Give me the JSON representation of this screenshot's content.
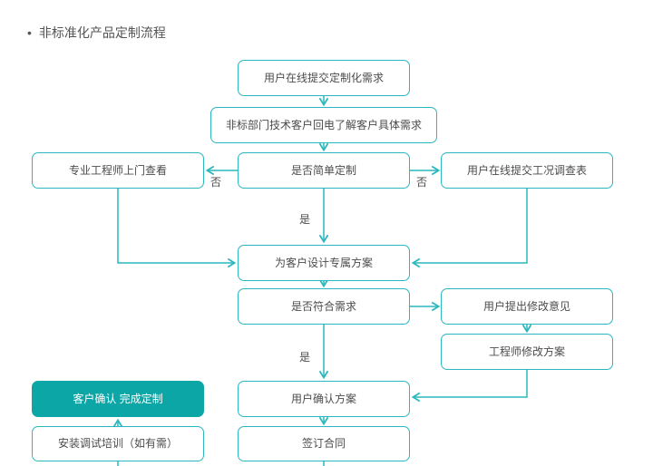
{
  "title": {
    "bullet": "•",
    "text": "非标准化产品定制流程"
  },
  "colors": {
    "line": "#2ab8be",
    "node_border": "#2ab8be",
    "node_fill": "#ffffff",
    "highlight_fill": "#0da6a6",
    "text": "#4c4c4c",
    "highlight_text": "#ffffff"
  },
  "nodes": {
    "submit_request": {
      "label": "用户在线提交定制化需求"
    },
    "callback": {
      "label": "非标部门技术客户回电了解客户具体需求"
    },
    "engineer_visit": {
      "label": "专业工程师上门查看"
    },
    "simple_custom": {
      "label": "是否简单定制"
    },
    "survey_form": {
      "label": "用户在线提交工况调查表"
    },
    "design_plan": {
      "label": "为客户设计专属方案"
    },
    "meets_needs": {
      "label": "是否符合需求"
    },
    "feedback": {
      "label": "用户提出修改意见"
    },
    "revise_plan": {
      "label": "工程师修改方案"
    },
    "confirm_plan": {
      "label": "用户确认方案"
    },
    "complete": {
      "label": "客户确认 完成定制"
    },
    "sign_contract": {
      "label": "签订合同"
    },
    "install_training": {
      "label": "安装调试培训（如有需）"
    }
  },
  "edge_labels": {
    "no_left": "否",
    "no_right": "否",
    "yes_top": "是",
    "yes_bottom": "是"
  }
}
